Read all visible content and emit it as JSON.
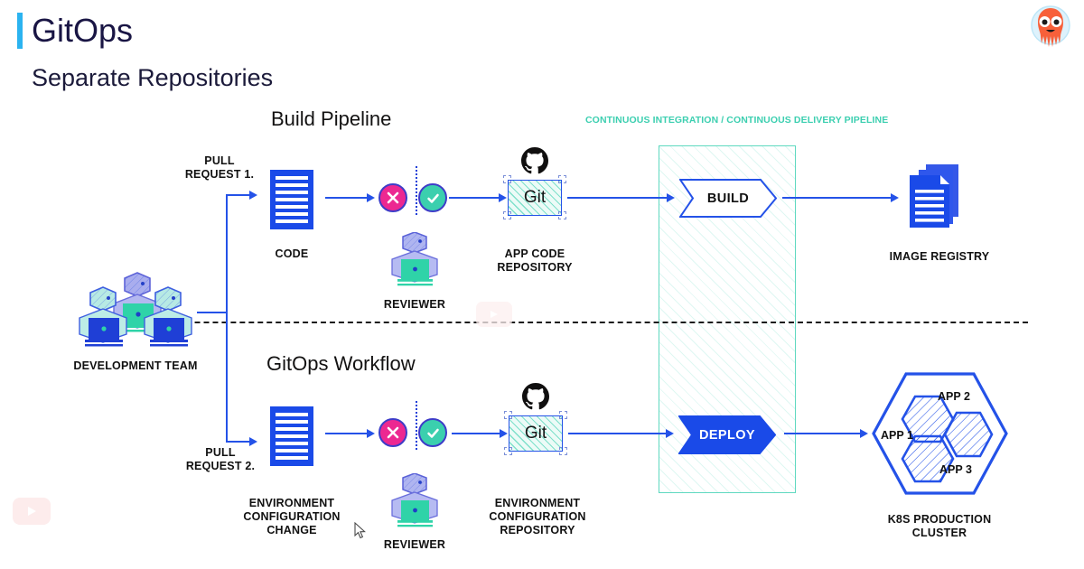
{
  "header": {
    "title": "GitOps",
    "subtitle": "Separate Repositories",
    "accent_color": "#2BB3F0",
    "title_color": "#191544",
    "logo_icon": "octopus-mascot-icon"
  },
  "sections": {
    "build_pipeline": {
      "heading": "Build Pipeline",
      "pull_request_label": "PULL\nREQUEST 1.",
      "code_label": "CODE",
      "reject_icon": "reject-x-icon",
      "approve_icon": "approve-check-icon",
      "repo_text": "Git",
      "repo_vcs_icon": "github-octocat-icon",
      "repo_label": "APP  CODE\nREPOSITORY",
      "reviewer_label": "REVIEWER",
      "stage_label": "BUILD",
      "output_label": "IMAGE REGISTRY",
      "output_icon": "stacked-documents-icon"
    },
    "gitops_workflow": {
      "heading": "GitOps Workflow",
      "pull_request_label": "PULL\nREQUEST 2.",
      "code_label": "ENVIRONMENT\nCONFIGURATION\nCHANGE",
      "reject_icon": "reject-x-icon",
      "approve_icon": "approve-check-icon",
      "repo_text": "Git",
      "repo_vcs_icon": "github-octocat-icon",
      "repo_label": "ENVIRONMENT\nCONFIGURATION\nREPOSITORY",
      "reviewer_label": "REVIEWER",
      "stage_label": "DEPLOY",
      "output_label": "K8S PRODUCTION\nCLUSTER",
      "output_icon": "kubernetes-hexagon-cluster-icon",
      "apps": [
        "APP 1",
        "APP 2",
        "APP 3"
      ]
    }
  },
  "cicd_band": {
    "label": "CONTINUOUS INTEGRATION / CONTINUOUS DELIVERY PIPELINE",
    "color": "#3CCFB0"
  },
  "team": {
    "label": "DEVELOPMENT TEAM",
    "icon": "development-team-icon"
  },
  "colors": {
    "primary_blue": "#2452E8",
    "teal": "#3CCFB0",
    "magenta": "#EC2891",
    "check_teal": "#3BCFAE",
    "doc_blue": "#1A4AE8",
    "text_dark": "#111111"
  },
  "watermarks": {
    "play_icon": "youtube-play-icon"
  }
}
